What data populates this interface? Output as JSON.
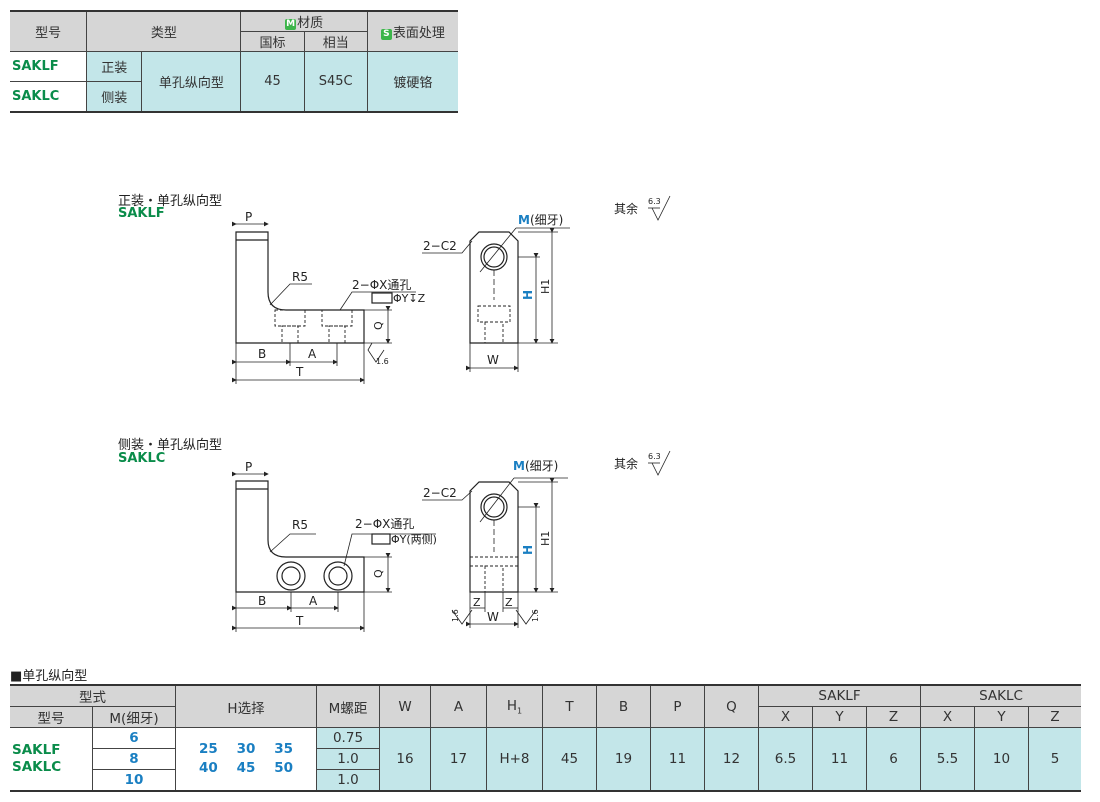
{
  "spec_table": {
    "headers": {
      "model": "型号",
      "type": "类型",
      "material_badge": "M",
      "material": "材质",
      "material_std": "国标",
      "material_equiv": "相当",
      "surface_badge": "S",
      "surface": "表面处理"
    },
    "rows": [
      {
        "model": "SAKLF",
        "mount": "正装"
      },
      {
        "model": "SAKLC",
        "mount": "侧装"
      }
    ],
    "type_value": "单孔纵向型",
    "material_std_value": "45",
    "material_equiv_value": "S45C",
    "surface_value": "镀硬铬"
  },
  "drawing1": {
    "title": "正装・单孔纵向型",
    "model": "SAKLF",
    "labels": {
      "P": "P",
      "R5": "R5",
      "hole": "2−ΦX通孔",
      "cb": "ΦY↧Z",
      "Q": "Q",
      "B": "B",
      "A": "A",
      "T": "T",
      "rough": "1.6",
      "M": "M",
      "M_note": "(细牙)",
      "C2": "2−C2",
      "H": "H",
      "H1": "H1",
      "W": "W"
    },
    "surface_note": "其余",
    "surface_value": "6.3"
  },
  "drawing2": {
    "title": "侧装・单孔纵向型",
    "model": "SAKLC",
    "labels": {
      "P": "P",
      "R5": "R5",
      "hole": "2−ΦX通孔",
      "cb": "ΦY(两侧)",
      "Q": "Q",
      "B": "B",
      "A": "A",
      "T": "T",
      "rough": "1.6",
      "M": "M",
      "M_note": "(细牙)",
      "C2": "2−C2",
      "H": "H",
      "H1": "H1",
      "W": "W",
      "Z": "Z"
    },
    "surface_note": "其余",
    "surface_value": "6.3"
  },
  "dim_table": {
    "section_title": "■单孔纵向型",
    "headers": {
      "form": "型式",
      "model": "型号",
      "m_fine": "M(细牙)",
      "h_select": "H选择",
      "m_pitch": "M螺距",
      "W": "W",
      "A": "A",
      "H1": "H",
      "H1_sub": "1",
      "T": "T",
      "B": "B",
      "P": "P",
      "Q": "Q",
      "saklf": "SAKLF",
      "saklc": "SAKLC",
      "X": "X",
      "Y": "Y",
      "Z": "Z"
    },
    "models": [
      "SAKLF",
      "SAKLC"
    ],
    "m_values": [
      "6",
      "8",
      "10"
    ],
    "h_row1": [
      "25",
      "30",
      "35"
    ],
    "h_row2": [
      "40",
      "45",
      "50"
    ],
    "pitches": [
      "0.75",
      "1.0",
      "1.0"
    ],
    "values": {
      "W": "16",
      "A": "17",
      "H1": "H+8",
      "T": "45",
      "B": "19",
      "P": "11",
      "Q": "12",
      "f_X": "6.5",
      "f_Y": "11",
      "f_Z": "6",
      "c_X": "5.5",
      "c_Y": "10",
      "c_Z": "5"
    }
  },
  "colors": {
    "header": "#d6d6d6",
    "highlight": "#c3e6e9",
    "green": "#0a8c4a",
    "blue": "#1a7fc2",
    "badge": "#3cb54a"
  }
}
